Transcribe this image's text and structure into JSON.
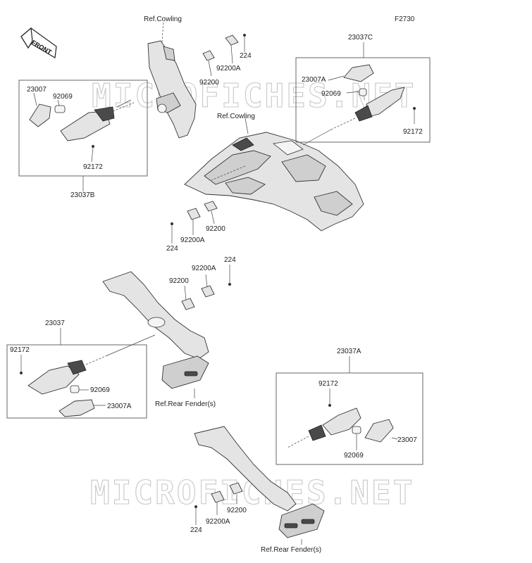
{
  "figure_code": "F2730",
  "front_label": "FRONT",
  "watermark": "MICROFICHES.NET",
  "labels": {
    "ref_cowling": "Ref.Cowling",
    "ref_rear_fender": "Ref.Rear Fender(s)",
    "p23037": "23037",
    "p23037A": "23037A",
    "p23037B": "23037B",
    "p23037C": "23037C",
    "p23007": "23007",
    "p23007A": "23007A",
    "p92069": "92069",
    "p92172": "92172",
    "p92200": "92200",
    "p92200A": "92200A",
    "p224": "224"
  }
}
